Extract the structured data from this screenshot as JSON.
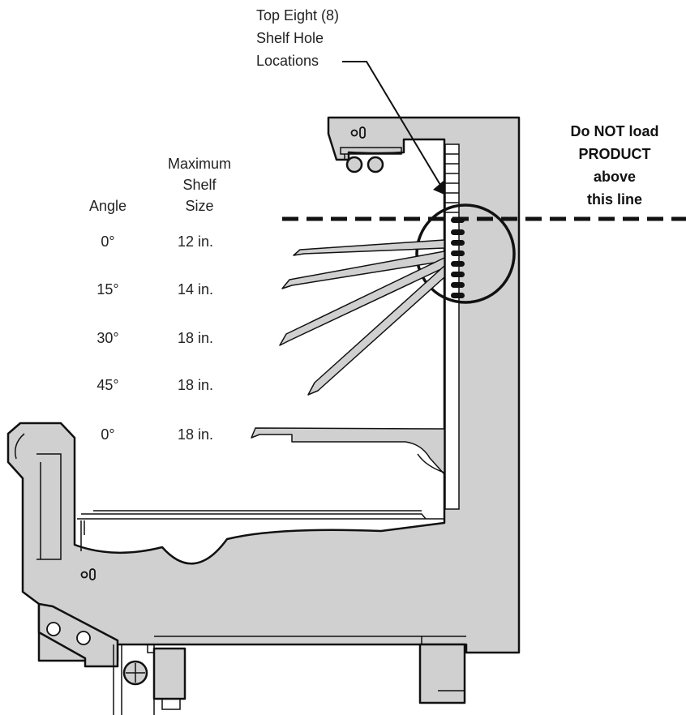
{
  "callout": {
    "lines": [
      "Top Eight (8)",
      "Shelf Hole",
      "Locations"
    ]
  },
  "warning": {
    "lines": [
      "Do NOT load",
      "PRODUCT",
      "above",
      "this line"
    ]
  },
  "table": {
    "angle_header": "Angle",
    "size_header_lines": [
      "Maximum",
      "Shelf",
      "Size"
    ],
    "rows": [
      {
        "angle": "0°",
        "size": "12 in."
      },
      {
        "angle": "15°",
        "size": "14 in."
      },
      {
        "angle": "30°",
        "size": "18 in."
      },
      {
        "angle": "45°",
        "size": "18 in."
      },
      {
        "angle": "0°",
        "size": "18 in."
      }
    ]
  },
  "colors": {
    "cabinet_fill": "#d0d0d0",
    "outline": "#111111",
    "load_line": "#111111"
  }
}
